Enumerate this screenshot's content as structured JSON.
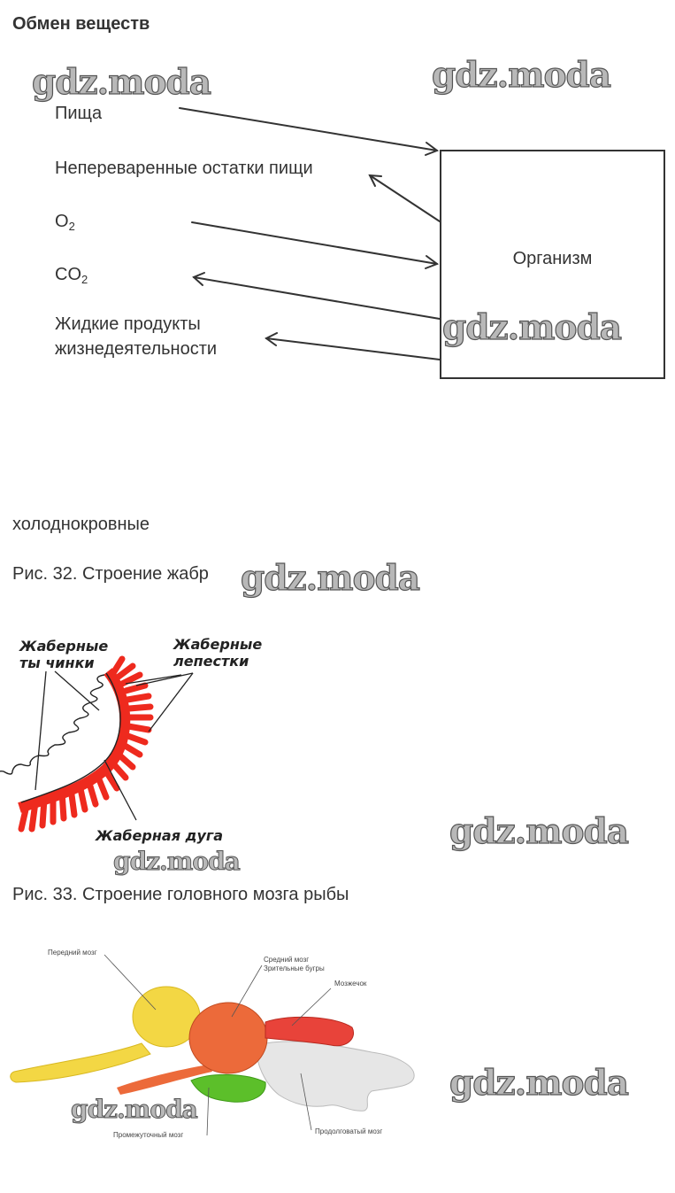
{
  "metabolism": {
    "heading": "Обмен веществ",
    "food": "Пища",
    "undigested": "Непереваренные остатки пищи",
    "o2_main": "O",
    "o2_sub": "2",
    "co2_main": "CO",
    "co2_sub": "2",
    "liquid_line1": "Жидкие продукты",
    "liquid_line2": "жизнедеятельности",
    "organism": "Организм"
  },
  "answer_text": "холоднокровные",
  "fig32": {
    "caption": "Рис. 32. Строение жабр",
    "gill_rakers_line1": "Жаберные",
    "gill_rakers_line2": "ты чинки",
    "gill_filaments_line1": "Жаберные",
    "gill_filaments_line2": "лепестки",
    "gill_arch": "Жаберная дуга"
  },
  "fig33": {
    "caption": "Рис. 33. Строение головного мозга рыбы",
    "forebrain": "Передний мозг",
    "midbrain_line1": "Средний мозг",
    "midbrain_line2": "Зрительные бугры",
    "cerebellum": "Мозжечок",
    "diencephalon": "Промежуточный мозг",
    "medulla": "Продолговатый мозг"
  },
  "watermark": "gdz.moda",
  "colors": {
    "gill_red": "#ee2a1e",
    "forebrain_yellow": "#f3d744",
    "midbrain_orange": "#ec6a3a",
    "cerebellum_red": "#e8433a",
    "diencephalon_green": "#5cbf2a",
    "medulla_white": "#e6e6e6"
  }
}
